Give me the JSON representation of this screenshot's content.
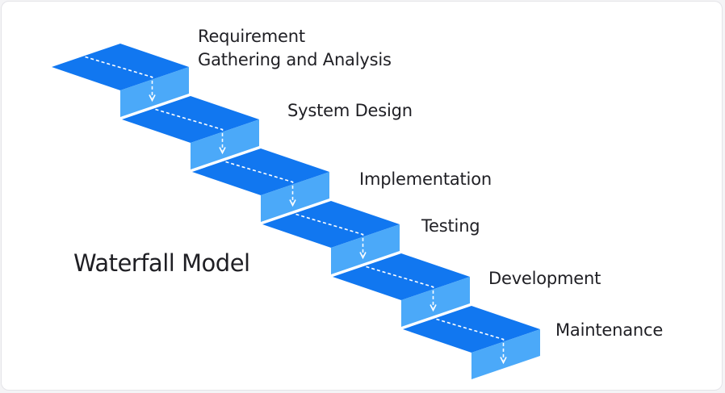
{
  "diagram": {
    "title": "Waterfall Model",
    "stages": [
      {
        "label_lines": [
          "Requirement",
          "Gathering and Analysis"
        ]
      },
      {
        "label_lines": [
          "System Design"
        ]
      },
      {
        "label_lines": [
          "Implementation"
        ]
      },
      {
        "label_lines": [
          "Testing"
        ]
      },
      {
        "label_lines": [
          "Development"
        ]
      },
      {
        "label_lines": [
          "Maintenance"
        ]
      }
    ]
  },
  "colors": {
    "step_top": "#1177f0",
    "step_riser": "#4ba9f9",
    "arrow": "#ffffff",
    "text": "#1f1f24"
  },
  "icons": {
    "flow_arrow": "arrow-down-dashed-icon"
  }
}
